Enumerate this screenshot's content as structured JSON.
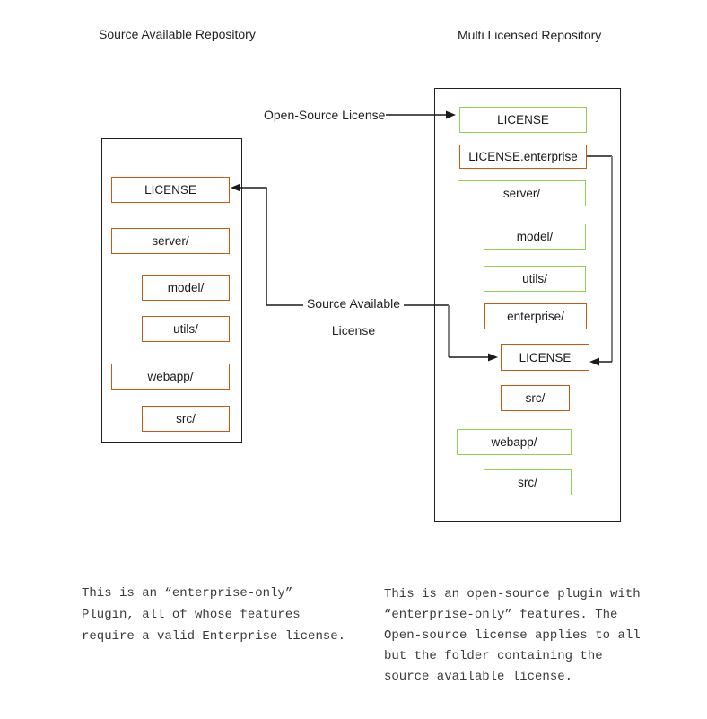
{
  "titles": {
    "left": "Source Available Repository",
    "right": "Multi Licensed Repository"
  },
  "arrow_labels": {
    "open_source_license": "Open-Source License",
    "source_available_line1": "Source Available",
    "source_available_line2": "License"
  },
  "repos": {
    "left": {
      "items": [
        {
          "label": "LICENSE",
          "color": "orange"
        },
        {
          "label": "server/",
          "color": "orange"
        },
        {
          "label": "model/",
          "color": "orange"
        },
        {
          "label": "utils/",
          "color": "orange"
        },
        {
          "label": "webapp/",
          "color": "orange"
        },
        {
          "label": "src/",
          "color": "orange"
        }
      ]
    },
    "right": {
      "items": [
        {
          "label": "LICENSE",
          "color": "green"
        },
        {
          "label": "LICENSE.enterprise",
          "color": "orange"
        },
        {
          "label": "server/",
          "color": "green"
        },
        {
          "label": "model/",
          "color": "green"
        },
        {
          "label": "utils/",
          "color": "green"
        },
        {
          "label": "enterprise/",
          "color": "orange"
        },
        {
          "label": "LICENSE",
          "color": "orange"
        },
        {
          "label": "src/",
          "color": "orange"
        },
        {
          "label": "webapp/",
          "color": "green"
        },
        {
          "label": "src/",
          "color": "green"
        }
      ]
    }
  },
  "notes": {
    "left": {
      "lines": [
        "This is an “enterprise-only”",
        "Plugin, all of whose features",
        "require a valid Enterprise license."
      ]
    },
    "right": {
      "lines": [
        "This is an open-source plugin with",
        "“enterprise-only” features. The",
        "Open-source license applies to all",
        "but the folder containing the",
        "source available license."
      ]
    }
  },
  "colors": {
    "open_source_green": "#92d050",
    "source_available_orange": "#c55a11",
    "connector_black": "#1a1a1a",
    "connector_gray": "#808080",
    "background": "#ffffff"
  }
}
